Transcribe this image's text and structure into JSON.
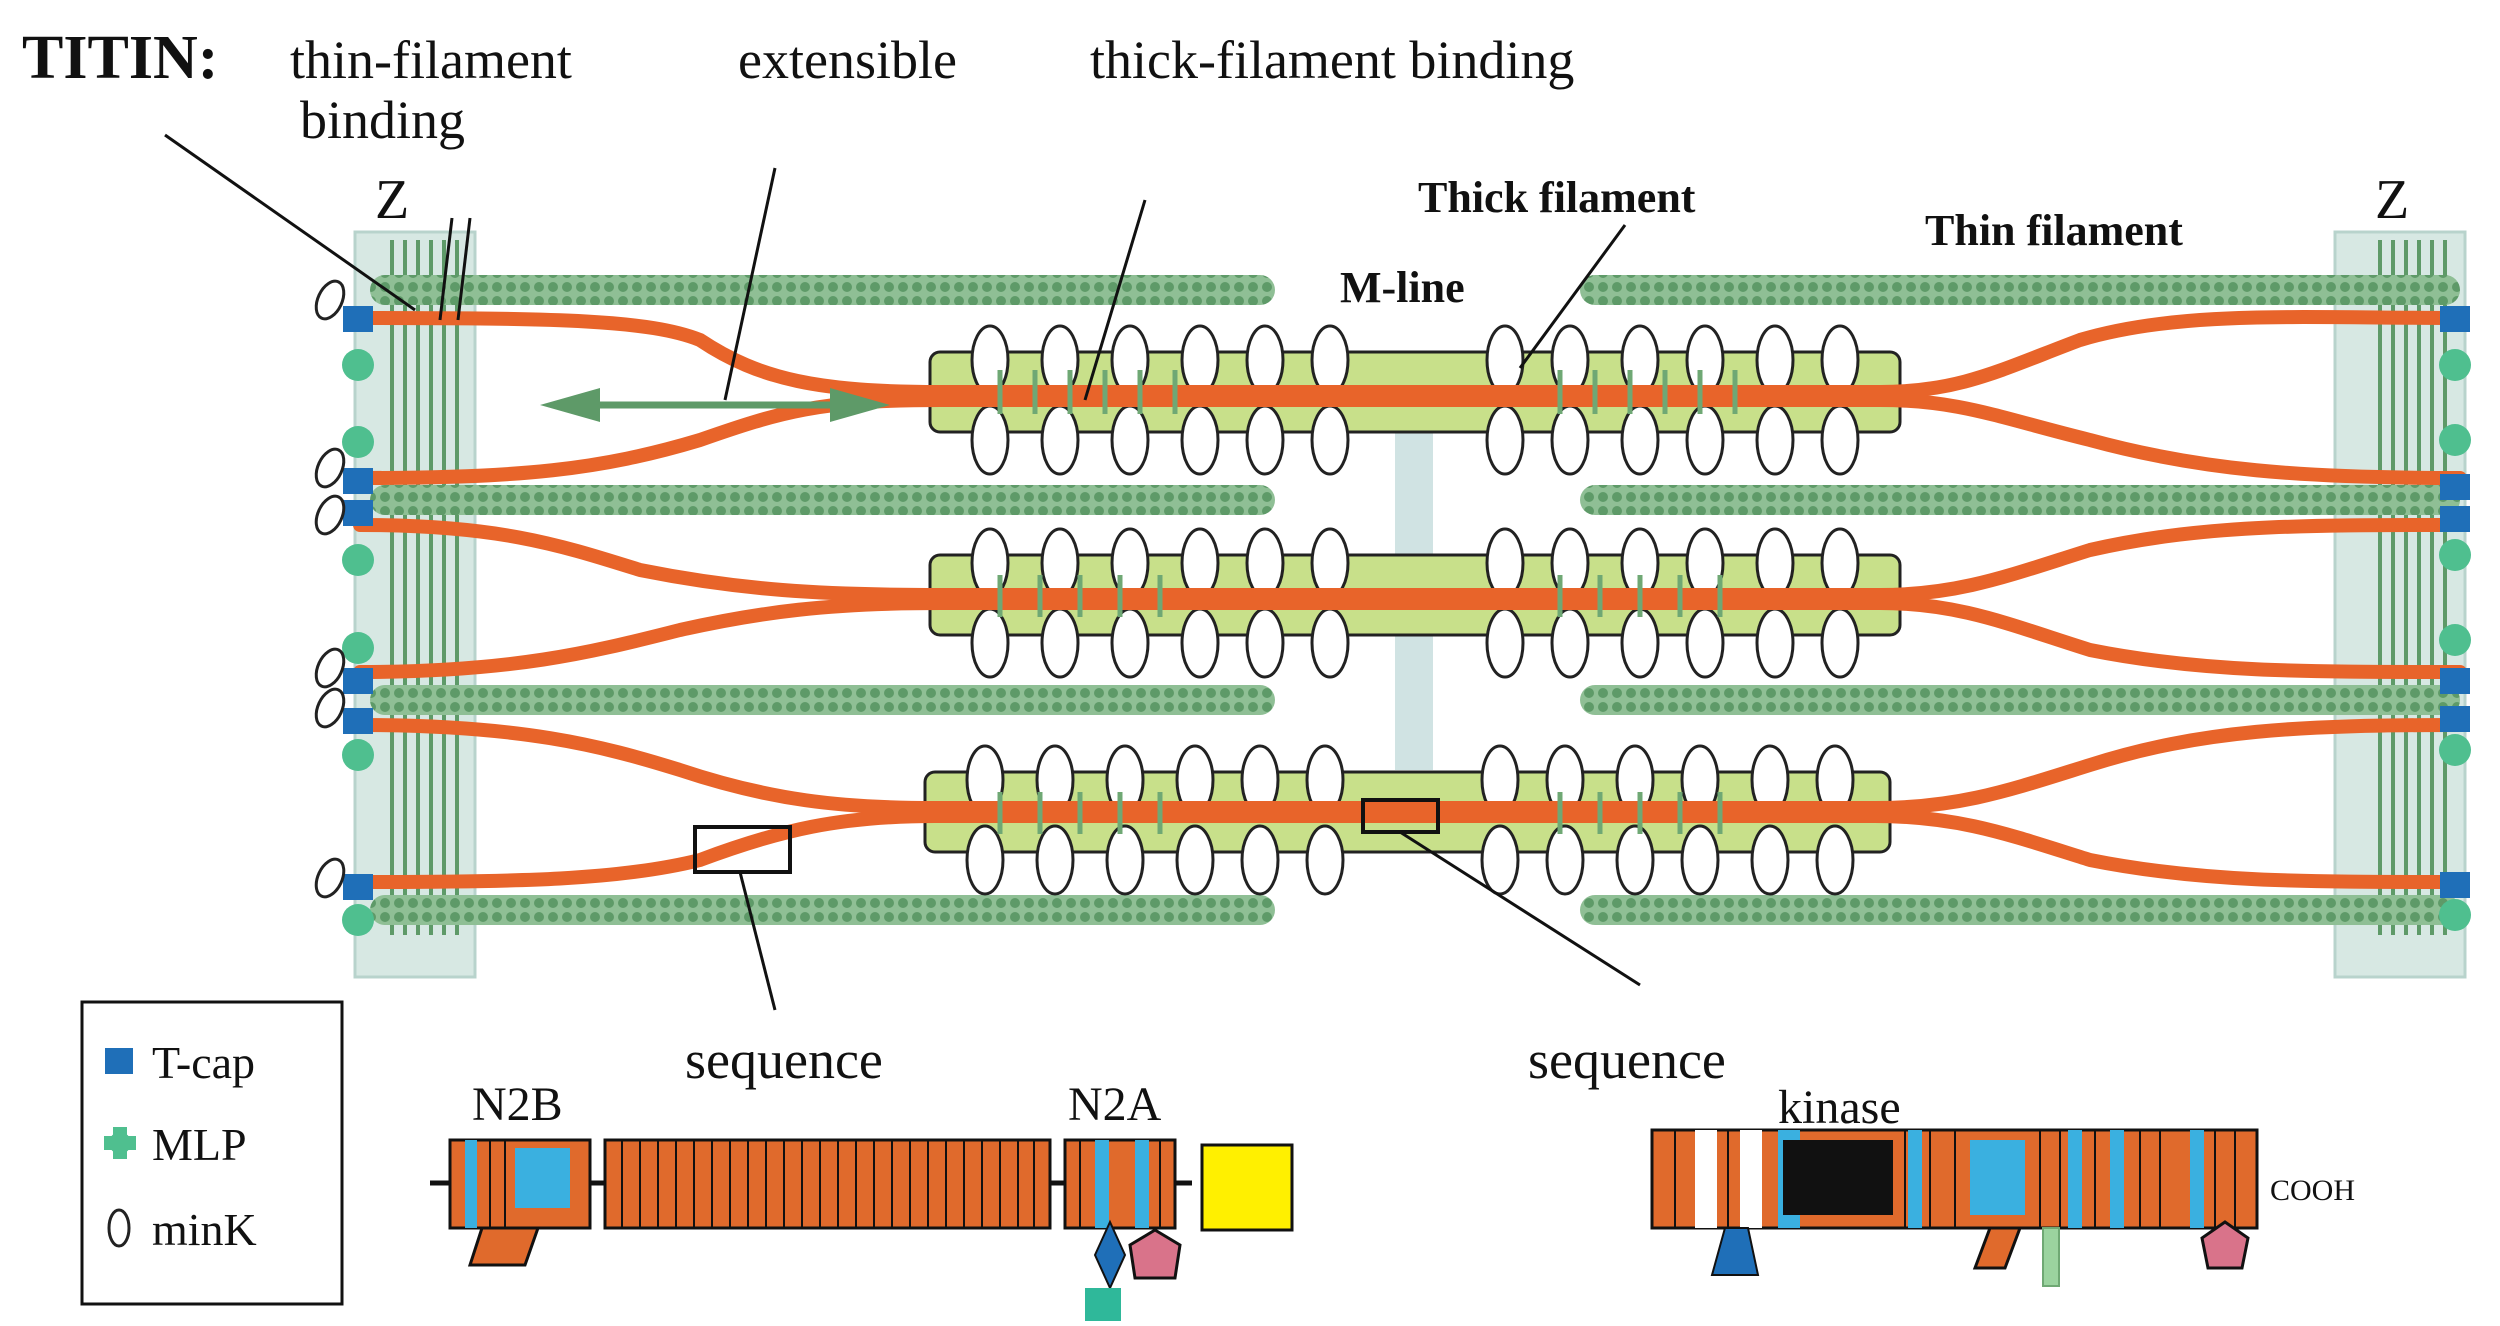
{
  "title": "TITIN:",
  "labels": {
    "thin_filament_binding": "thin-filament",
    "thin_filament_binding_2": "binding",
    "extensible": "extensible",
    "thick_filament_binding": "thick-filament binding",
    "z_left": "Z",
    "z_right": "Z",
    "thick_filament": "Thick filament",
    "thin_filament": "Thin filament",
    "m_line": "M-line",
    "sequence_left": "sequence",
    "sequence_right": "sequence",
    "n2b": "N2B",
    "n2a": "N2A",
    "kinase": "kinase",
    "cooh": "COOH"
  },
  "legend": [
    {
      "label": "T-cap",
      "icon": "square-icon",
      "color": "#1f6fb8"
    },
    {
      "label": "MLP",
      "icon": "cross-icon",
      "color": "#4fbf8f"
    },
    {
      "label": "minK",
      "icon": "ellipse-icon",
      "color": "#222222"
    }
  ],
  "colors": {
    "titin": "#e8642a",
    "thin_filament": "#7aa97c",
    "thick_filament": "#c8e08a",
    "z_disc": "#d7e8e3",
    "t_cap": "#1f6fb8",
    "mlp": "#4fbf8f",
    "ig_domain": "#e06a2c",
    "unique_blue": "#3ab0e0",
    "kinase": "#111111",
    "yellow_domain": "#fff000",
    "pink_domain": "#d9738a"
  }
}
